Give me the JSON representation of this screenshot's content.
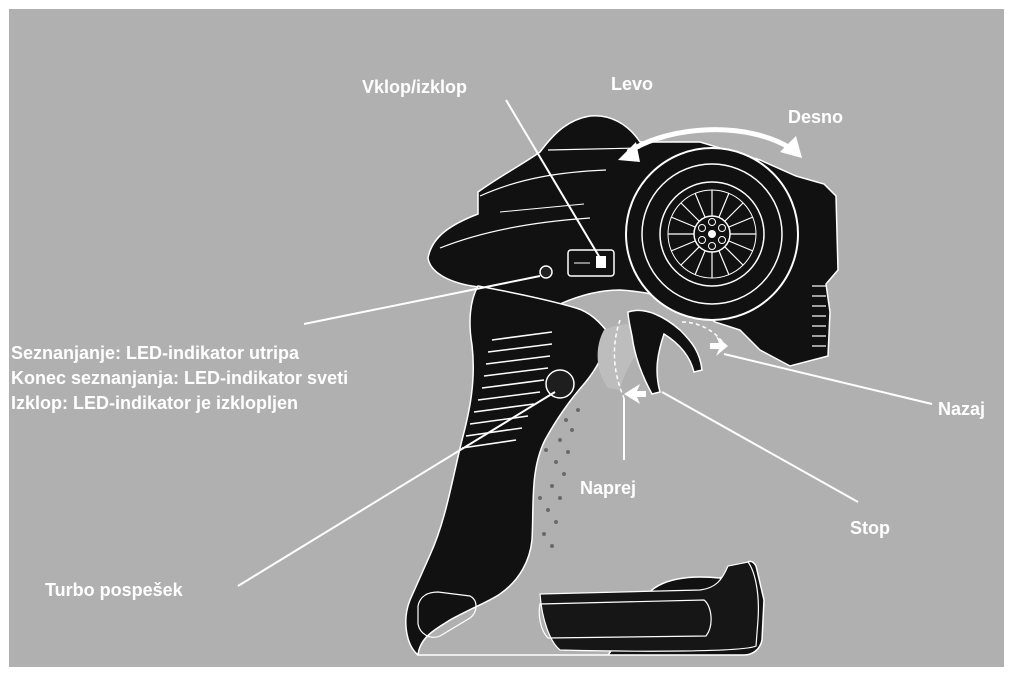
{
  "labels": {
    "power": "Vklop/izklop",
    "left": "Levo",
    "right": "Desno",
    "pairing": "Seznanjanje: LED-indikator utripa",
    "pairing_done": "Konec seznanjanja: LED-indikator sveti",
    "power_off": "Izklop: LED-indikator  je izklopljen",
    "back": "Nazaj",
    "forward": "Naprej",
    "stop": "Stop",
    "turbo": "Turbo pospešek"
  },
  "colors": {
    "background": "#b0b0b0",
    "body": "#111111",
    "label": "#ffffff"
  }
}
